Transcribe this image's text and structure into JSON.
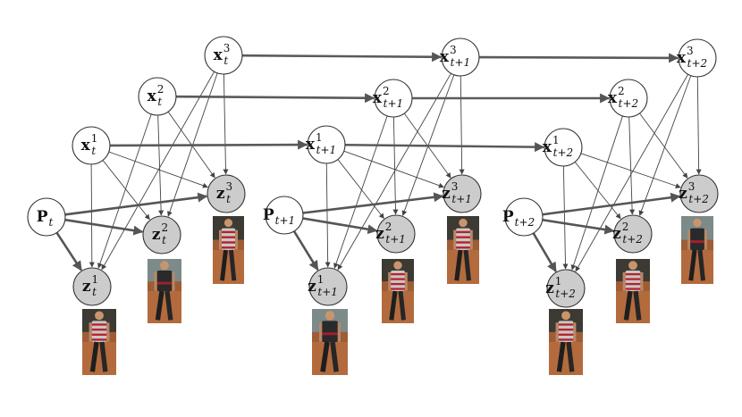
{
  "colors": {
    "observed_fill": "#cccccc",
    "hidden_fill": "#ffffff",
    "node_stroke": "#333333",
    "edge": "#444444",
    "temporal_edge": "#5a5a5a"
  },
  "groups": [
    {
      "id": "t",
      "subscript": "t",
      "nodes": {
        "P": {
          "base": "P",
          "sup": "",
          "observed": false
        },
        "x1": {
          "base": "x",
          "sup": "1",
          "observed": false
        },
        "x2": {
          "base": "x",
          "sup": "2",
          "observed": false
        },
        "x3": {
          "base": "x",
          "sup": "3",
          "observed": false
        },
        "z1": {
          "base": "z",
          "sup": "1",
          "observed": true
        },
        "z2": {
          "base": "z",
          "sup": "2",
          "observed": true
        },
        "z3": {
          "base": "z",
          "sup": "3",
          "observed": true
        }
      }
    },
    {
      "id": "t1",
      "subscript": "t+1",
      "nodes": {
        "P": {
          "base": "P",
          "sup": "",
          "observed": false
        },
        "x1": {
          "base": "x",
          "sup": "1",
          "observed": false
        },
        "x2": {
          "base": "x",
          "sup": "2",
          "observed": false
        },
        "x3": {
          "base": "x",
          "sup": "3",
          "observed": false
        },
        "z1": {
          "base": "z",
          "sup": "1",
          "observed": true
        },
        "z2": {
          "base": "z",
          "sup": "2",
          "observed": true
        },
        "z3": {
          "base": "z",
          "sup": "3",
          "observed": true
        }
      }
    },
    {
      "id": "t2",
      "subscript": "t+2",
      "nodes": {
        "P": {
          "base": "P",
          "sup": "",
          "observed": false
        },
        "x1": {
          "base": "x",
          "sup": "1",
          "observed": false
        },
        "x2": {
          "base": "x",
          "sup": "2",
          "observed": false
        },
        "x3": {
          "base": "x",
          "sup": "3",
          "observed": false
        },
        "z1": {
          "base": "z",
          "sup": "1",
          "observed": true
        },
        "z2": {
          "base": "z",
          "sup": "2",
          "observed": true
        },
        "z3": {
          "base": "z",
          "sup": "3",
          "observed": true
        }
      }
    }
  ]
}
